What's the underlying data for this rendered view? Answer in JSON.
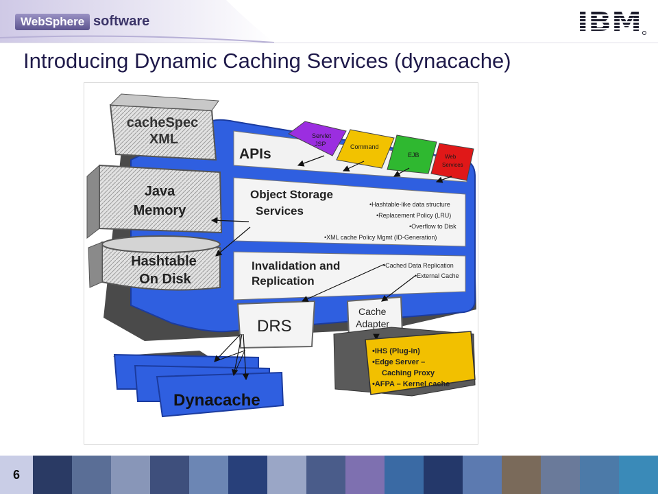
{
  "header": {
    "brand_primary": "WebSphere",
    "brand_secondary": "software",
    "logo": "IBM"
  },
  "slide": {
    "title": "Introducing Dynamic Caching Services (dynacache)",
    "page_number": "6"
  },
  "diagram": {
    "cachespec_line1": "cacheSpec",
    "cachespec_line2": "XML",
    "apis": "APIs",
    "api_clients": [
      {
        "line1": "Servlet",
        "line2": "JSP"
      },
      {
        "line1": "Command",
        "line2": ""
      },
      {
        "line1": "EJB",
        "line2": ""
      },
      {
        "line1": "Web",
        "line2": "Services"
      }
    ],
    "java_memory_line1": "Java",
    "java_memory_line2": "Memory",
    "hashtable_line1": "Hashtable",
    "hashtable_line2": "On Disk",
    "oss_line1": "Object Storage",
    "oss_line2": "Services",
    "oss_bullets": [
      "•Hashtable-like data structure",
      "•Replacement Policy (LRU)",
      "•Overflow to Disk",
      "•XML cache Policy Mgmt (ID-Generation)"
    ],
    "inval_line1": "Invalidation and",
    "inval_line2": "Replication",
    "inval_bullets": [
      "•Cached Data Replication",
      "•External Cache"
    ],
    "drs": "DRS",
    "cache_adapter_line1": "Cache",
    "cache_adapter_line2": "Adapter",
    "adapter_bullets": [
      "•IHS (Plug-in)",
      "•Edge Server –",
      "Caching Proxy",
      "•AFPA – Kernel cache"
    ],
    "dynacache": "Dynacache"
  },
  "colors": {
    "brand_purple": "#5c548e",
    "title_navy": "#1f1a4a",
    "diagram_blue": "#2f5fe0",
    "servlet_purple": "#9b2ee0",
    "command_yellow": "#f2c200",
    "ejb_green": "#2fb830",
    "webservices_red": "#e01818",
    "adapter_yellow": "#f2c000"
  }
}
